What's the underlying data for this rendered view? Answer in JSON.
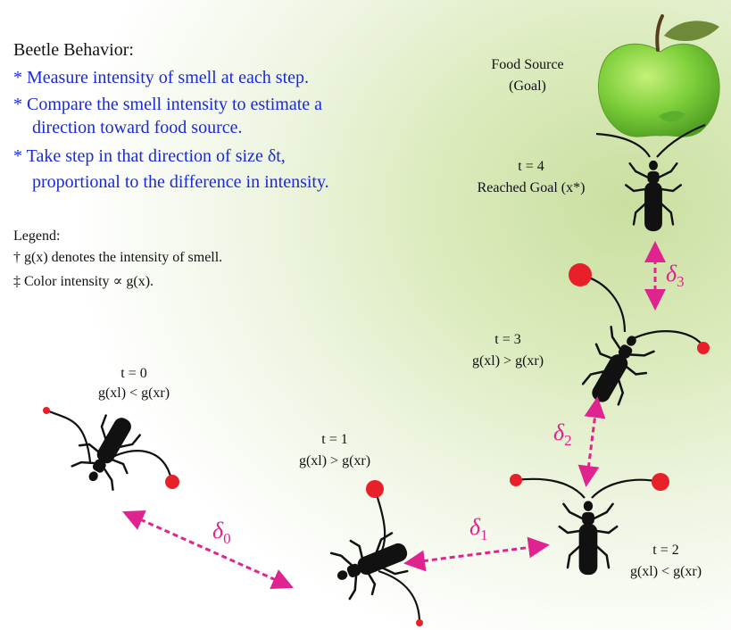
{
  "behavior": {
    "title": "Beetle Behavior:",
    "bullets": [
      {
        "line1": "* Measure intensity of smell at each step.",
        "line2": ""
      },
      {
        "line1": "* Compare the smell intensity to estimate a",
        "line2": "direction toward food source."
      },
      {
        "line1": "* Take step in that direction of size δt,",
        "line2": "proportional to the difference in intensity."
      }
    ]
  },
  "legend": {
    "title": "Legend:",
    "items": [
      "† g(x) denotes the intensity of smell.",
      "‡ Color intensity ∝ g(x)."
    ]
  },
  "goal": {
    "line1": "Food Source",
    "line2": "(Goal)"
  },
  "steps": [
    {
      "time": "t = 0",
      "relation": "g(xl) < g(xr)"
    },
    {
      "time": "t = 1",
      "relation": "g(xl) > g(xr)"
    },
    {
      "time": "t = 2",
      "relation": "g(xl) < g(xr)"
    },
    {
      "time": "t = 3",
      "relation": "g(xl) > g(xr)"
    },
    {
      "time": "t = 4",
      "relation": "Reached Goal (x*)"
    }
  ],
  "deltas": [
    {
      "symbol": "δ",
      "sub": "0"
    },
    {
      "symbol": "δ",
      "sub": "1"
    },
    {
      "symbol": "δ",
      "sub": "2"
    },
    {
      "symbol": "δ",
      "sub": "3"
    }
  ],
  "colors": {
    "text_blue": "#1a2ad6",
    "arrow_magenta": "#e0248f",
    "antenna_dot_red": "#e8202a",
    "beetle_black": "#111111",
    "apple_green": "#7dcf3a"
  }
}
